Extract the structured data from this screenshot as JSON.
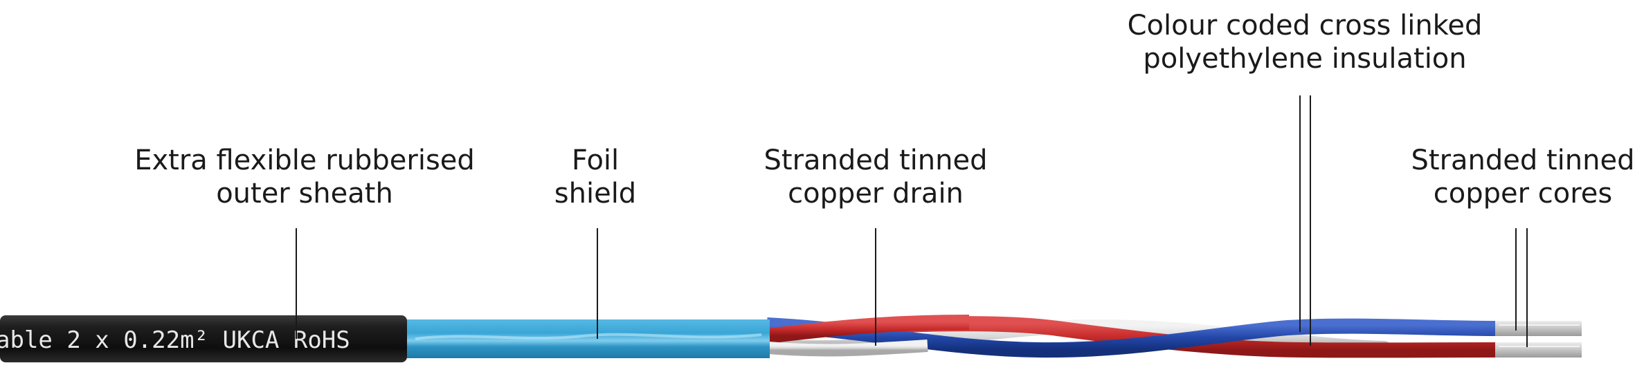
{
  "labels": {
    "sheath": {
      "line1": "Extra flexible rubberised",
      "line2": "outer sheath"
    },
    "foil": {
      "line1": "Foil",
      "line2": "shield"
    },
    "drain": {
      "line1": "Stranded tinned",
      "line2": "copper drain"
    },
    "insulation": {
      "line1": "Colour coded cross linked",
      "line2": "polyethylene insulation"
    },
    "cores": {
      "line1": "Stranded tinned",
      "line2": "copper cores"
    }
  },
  "sheath_print": "able 2 x 0.22m² UKCA RoHS",
  "colors": {
    "outer_sheath": "#161616",
    "foil_shield": "#2e9ccc",
    "core_red": "#c62b2b",
    "core_blue": "#2347a8",
    "core_white": "#d7d7d7",
    "tinned_copper": "#c4c4c4",
    "leader_line": "#1a1a1a"
  }
}
